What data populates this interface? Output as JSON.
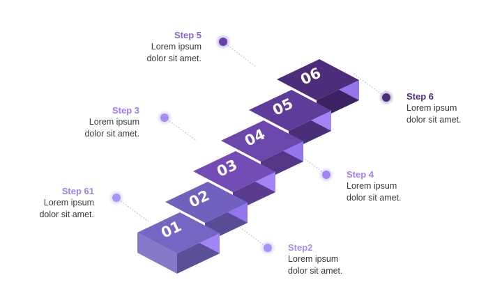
{
  "colors": {
    "step1": "#7367c3",
    "step2": "#7260bf",
    "step3": "#734cb5",
    "step4": "#6b46ab",
    "step5": "#5e3c9a",
    "step6": "#4b2d7c",
    "accent_light": "#a384f5",
    "accent_mid": "#9376eb",
    "accent_dark": "#5a3d91",
    "connector": "#c9c3de"
  },
  "stairs": [
    {
      "number": "01"
    },
    {
      "number": "02"
    },
    {
      "number": "03"
    },
    {
      "number": "04"
    },
    {
      "number": "05"
    },
    {
      "number": "06"
    }
  ],
  "callouts": {
    "step5": {
      "title": "Step 5",
      "line1": "Lorem ipsum",
      "line2": "dolor sit amet.",
      "title_color": "#8a63d2",
      "dot_color": "#6a3fb0"
    },
    "step3": {
      "title": "Step 3",
      "line1": "Lorem ipsum",
      "line2": "dolor sit amet.",
      "title_color": "#a278ee",
      "dot_color": "#a88cf6"
    },
    "step61": {
      "title": "Step 61",
      "line1": "Lorem ipsum",
      "line2": "dolor sit amet.",
      "title_color": "#8f86e6",
      "dot_color": "#a794f6"
    },
    "step6": {
      "title": "Step 6",
      "line1": "Lorem ipsum",
      "line2": "dolor sit amet.",
      "title_color": "#4d2e7d",
      "dot_color": "#4d2e7d"
    },
    "step4": {
      "title": "Step 4",
      "line1": "Lorem ipsum",
      "line2": "dolor sit amet.",
      "title_color": "#a180f1",
      "dot_color": "#a383f5"
    },
    "step2": {
      "title": "Step2",
      "line1": "Lorem ipsum",
      "line2": "dolor sit amet.",
      "title_color": "#9b8ff0",
      "dot_color": "#a593f7"
    }
  }
}
